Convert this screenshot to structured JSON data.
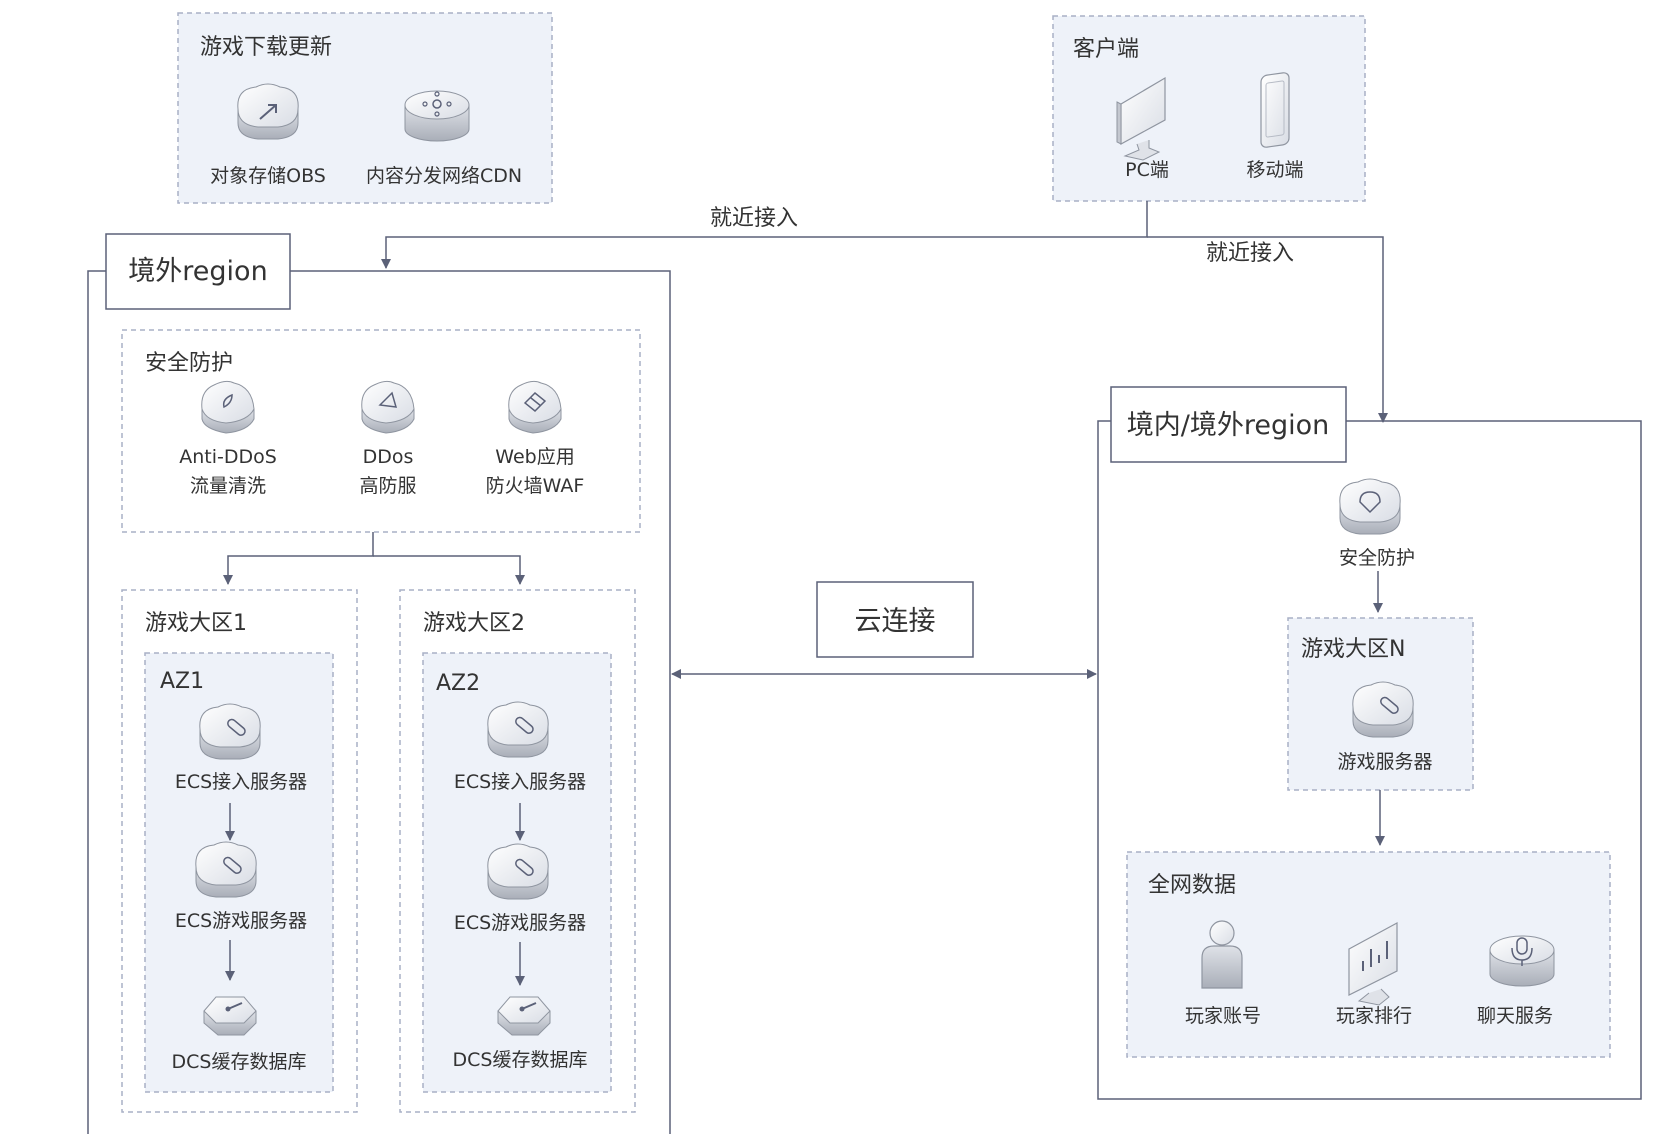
{
  "colors": {
    "line": "#5b6178",
    "dash": "#a9b0c6",
    "fill_light": "#eef2f9",
    "text": "#333333"
  },
  "game_download": {
    "title": "游戏下载更新",
    "items": [
      {
        "label": "对象存储OBS",
        "icon": "object-storage-icon"
      },
      {
        "label": "内容分发网络CDN",
        "icon": "cdn-icon"
      }
    ]
  },
  "client": {
    "title": "客户端",
    "items": [
      {
        "label": "PC端",
        "icon": "monitor-icon"
      },
      {
        "label": "移动端",
        "icon": "mobile-phone-icon"
      }
    ]
  },
  "access_labels": {
    "left": "就近接入",
    "right": "就近接入"
  },
  "overseas_region": {
    "title": "境外region",
    "security": {
      "title": "安全防护",
      "items": [
        {
          "line1": "Anti-DDoS",
          "line2": "流量清洗",
          "icon": "anti-ddos-icon"
        },
        {
          "line1": "DDos",
          "line2": "高防服",
          "icon": "ddos-protection-icon"
        },
        {
          "line1": "Web应用",
          "line2": "防火墙WAF",
          "icon": "waf-icon"
        }
      ]
    },
    "zones": [
      {
        "title": "游戏大区1",
        "az": "AZ1",
        "servers": [
          "ECS接入服务器",
          "ECS游戏服务器",
          "DCS缓存数据库"
        ]
      },
      {
        "title": "游戏大区2",
        "az": "AZ2",
        "servers": [
          "ECS接入服务器",
          "ECS游戏服务器",
          "DCS缓存数据库"
        ]
      }
    ]
  },
  "cloud_connect": {
    "label": "云连接"
  },
  "mixed_region": {
    "title": "境内/境外region",
    "security_label": "安全防护",
    "zone_n": {
      "title": "游戏大区N",
      "server": "游戏服务器"
    },
    "global_data": {
      "title": "全网数据",
      "items": [
        {
          "label": "玩家账号",
          "icon": "player-account-icon"
        },
        {
          "label": "玩家排行",
          "icon": "player-ranking-icon"
        },
        {
          "label": "聊天服务",
          "icon": "chat-service-icon"
        }
      ]
    }
  }
}
